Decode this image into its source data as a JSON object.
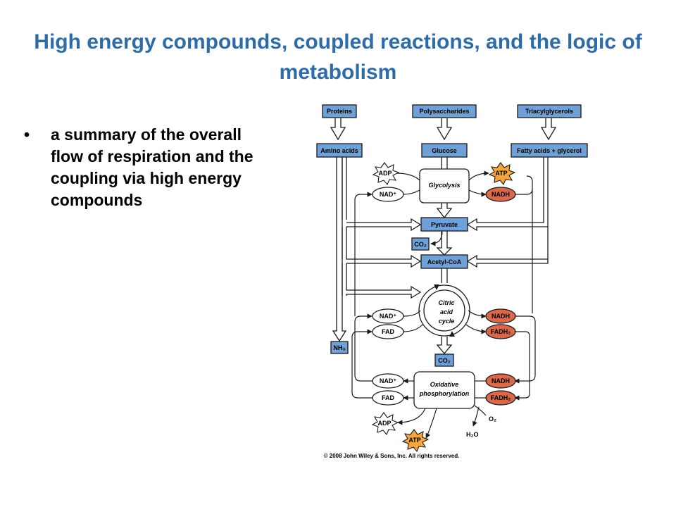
{
  "slide": {
    "title": "High energy compounds, coupled reactions, and the logic of metabolism",
    "bullets": [
      "a summary of the overall flow of respiration and the coupling via high energy compounds"
    ]
  },
  "diagram": {
    "boxes": {
      "proteins": "Proteins",
      "polysaccharides": "Polysaccharides",
      "triacylglycerols": "Triacylglycerols",
      "amino_acids": "Amino acids",
      "glucose": "Glucose",
      "fatty_acids": "Fatty acids + glycerol",
      "pyruvate": "Pyruvate",
      "acetyl_coa": "Acetyl-CoA",
      "co2_pyruvate": "CO₂",
      "co2_cycle": "CO₂",
      "nh3": "NH₃"
    },
    "processes": {
      "glycolysis": "Glycolysis",
      "citric_acid_cycle": [
        "Citric",
        "acid",
        "cycle"
      ],
      "oxidative_phosphorylation": [
        "Oxidative",
        "phosphorylation"
      ]
    },
    "cofactors": {
      "adp_glycolysis": "ADP",
      "atp_glycolysis": "ATP",
      "nad_glycolysis": "NAD⁺",
      "nadh_glycolysis": "NADH",
      "nad_cycle": "NAD⁺",
      "fad_cycle": "FAD",
      "nadh_cycle": "NADH",
      "fadh2_cycle": "FADH₂",
      "nad_oxphos": "NAD⁺",
      "fad_oxphos": "FAD",
      "nadh_oxphos": "NADH",
      "fadh2_oxphos": "FADH₂",
      "adp_oxphos": "ADP",
      "atp_oxphos": "ATP",
      "o2": "O₂",
      "h2o": "H₂O"
    },
    "copyright": "© 2008 John Wiley & Sons, Inc. All rights reserved.",
    "colors": {
      "box": "#6fa0d8",
      "reduced_carrier": "#d9694a",
      "atp": "#f5a53d",
      "title": "#2e6ca8"
    }
  }
}
